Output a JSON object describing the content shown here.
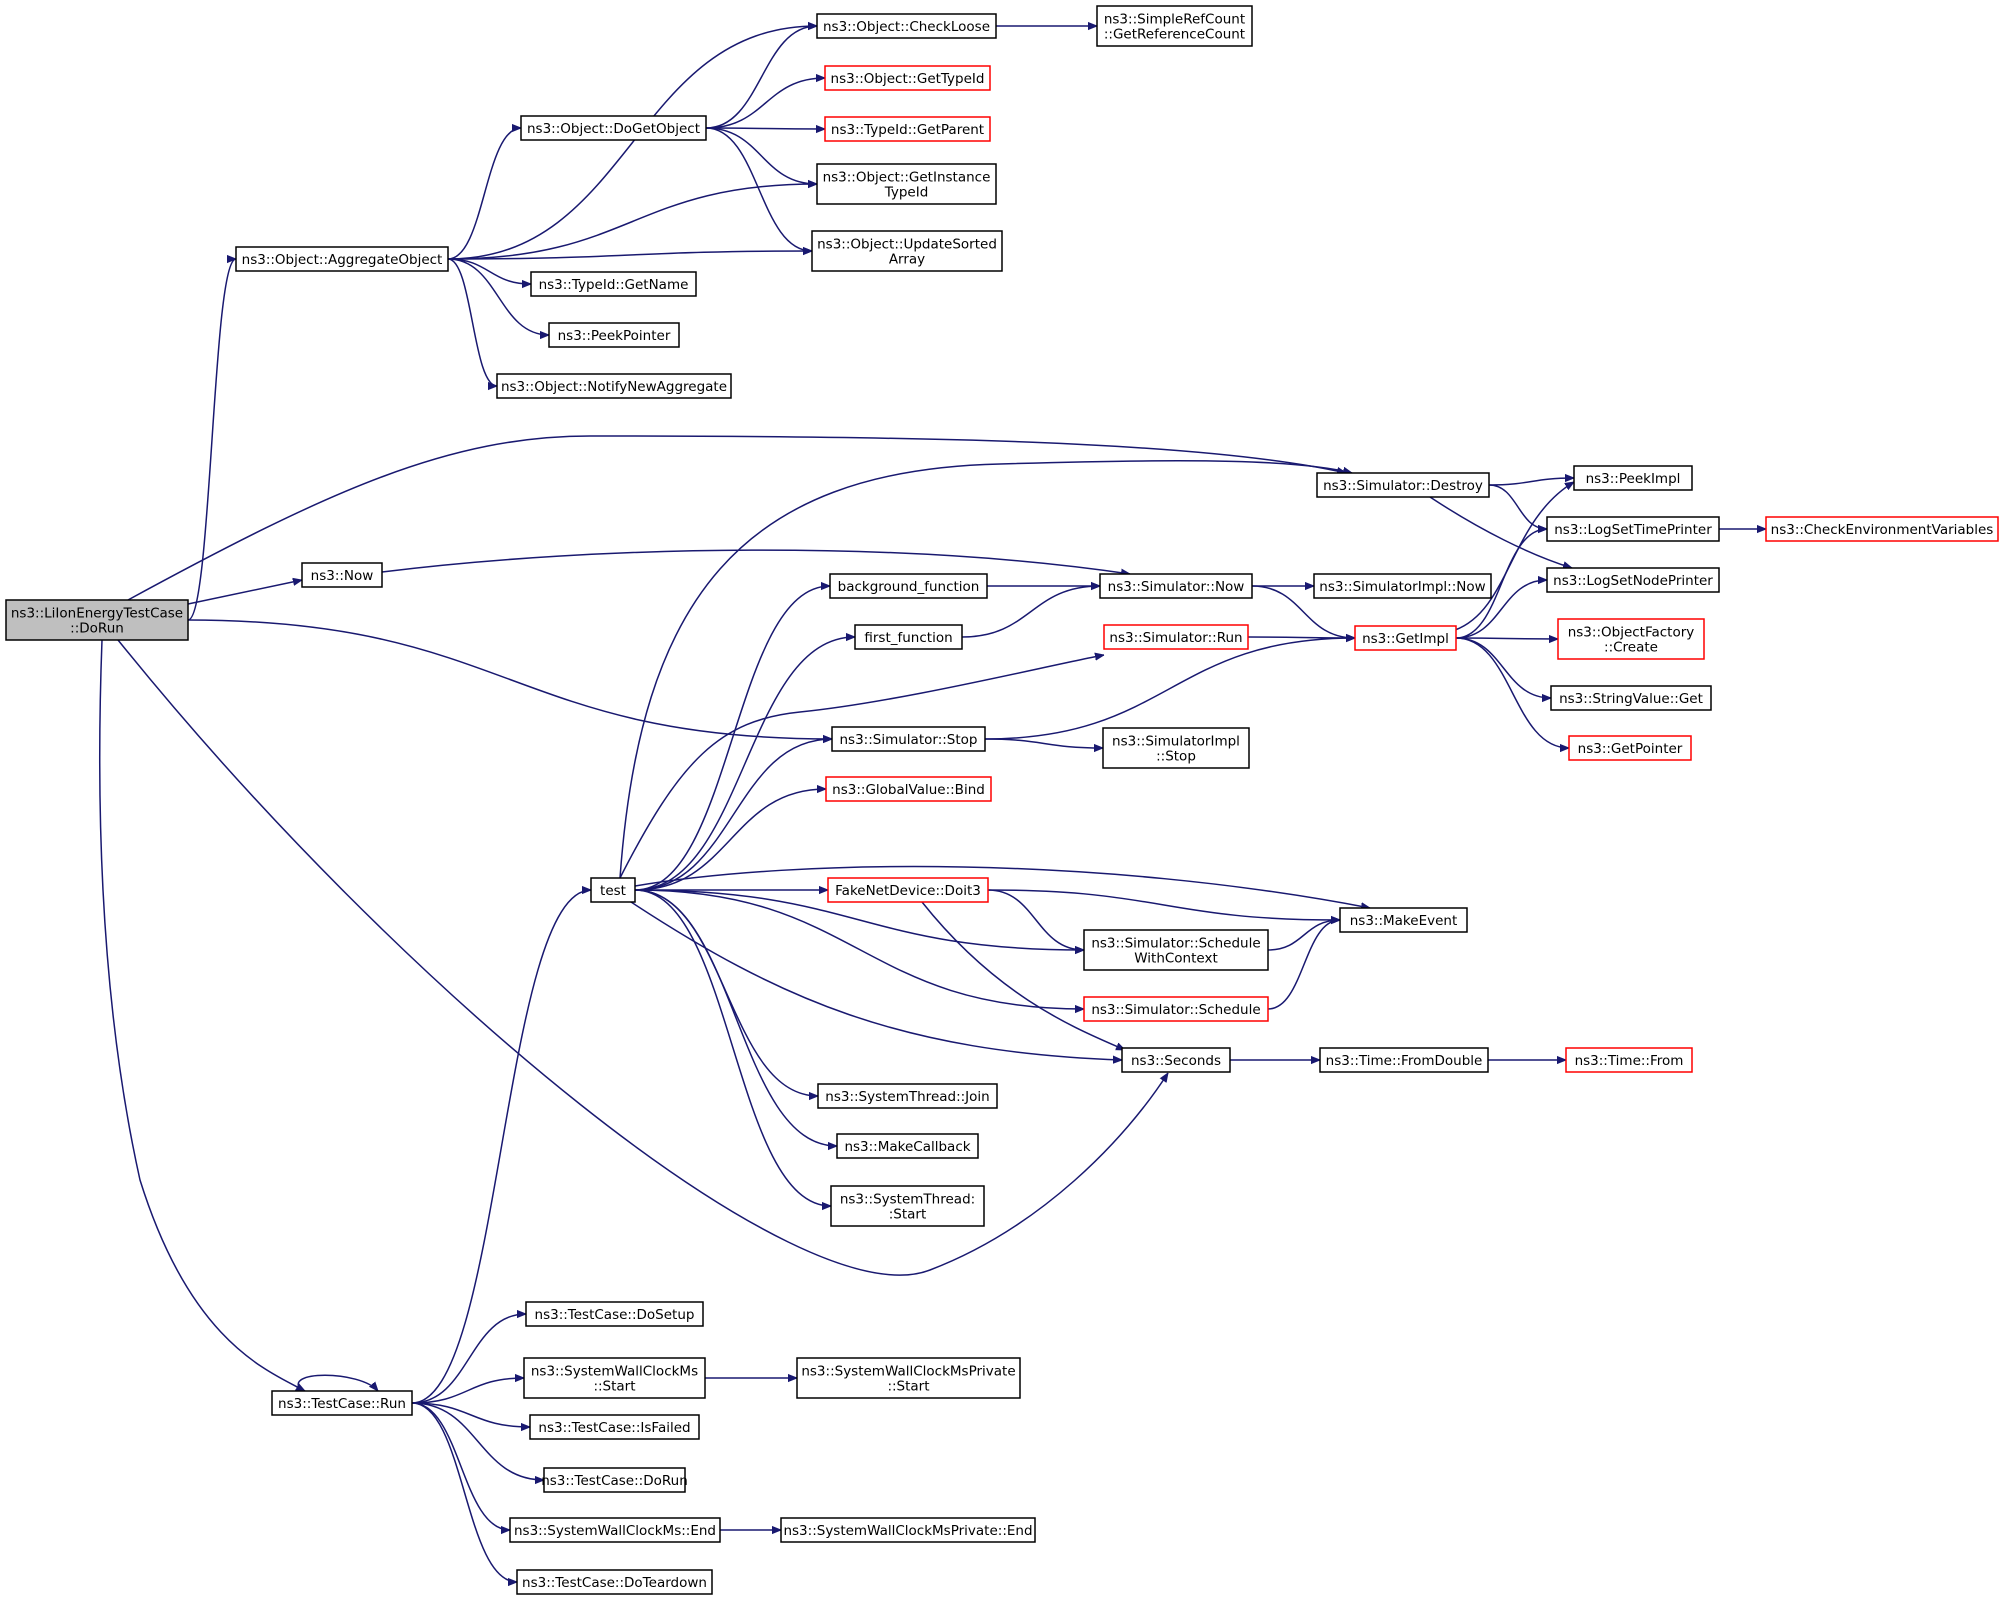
{
  "nodes": [
    {
      "id": "root",
      "lines": [
        "ns3::LiIonEnergyTestCase",
        "::DoRun"
      ],
      "root": true
    },
    {
      "id": "aggregate",
      "lines": [
        "ns3::Object::AggregateObject"
      ]
    },
    {
      "id": "checkloose",
      "lines": [
        "ns3::Object::CheckLoose"
      ]
    },
    {
      "id": "refcount",
      "lines": [
        "ns3::SimpleRefCount",
        "::GetReferenceCount"
      ]
    },
    {
      "id": "dogetobject",
      "lines": [
        "ns3::Object::DoGetObject"
      ]
    },
    {
      "id": "gettypeid",
      "lines": [
        "ns3::Object::GetTypeId"
      ],
      "red": true
    },
    {
      "id": "getparent",
      "lines": [
        "ns3::TypeId::GetParent"
      ],
      "red": true
    },
    {
      "id": "getinstancetypeid",
      "lines": [
        "ns3::Object::GetInstance",
        "TypeId"
      ]
    },
    {
      "id": "updatesorted",
      "lines": [
        "ns3::Object::UpdateSorted",
        "Array"
      ]
    },
    {
      "id": "getname",
      "lines": [
        "ns3::TypeId::GetName"
      ]
    },
    {
      "id": "peekpointer",
      "lines": [
        "ns3::PeekPointer"
      ]
    },
    {
      "id": "notifynew",
      "lines": [
        "ns3::Object::NotifyNewAggregate"
      ]
    },
    {
      "id": "now",
      "lines": [
        "ns3::Now"
      ]
    },
    {
      "id": "simdestroy",
      "lines": [
        "ns3::Simulator::Destroy"
      ]
    },
    {
      "id": "peekimpl",
      "lines": [
        "ns3::PeekImpl"
      ]
    },
    {
      "id": "logsettime",
      "lines": [
        "ns3::LogSetTimePrinter"
      ]
    },
    {
      "id": "checkenv",
      "lines": [
        "ns3::CheckEnvironmentVariables"
      ],
      "red": true
    },
    {
      "id": "logsetnode",
      "lines": [
        "ns3::LogSetNodePrinter"
      ]
    },
    {
      "id": "bgfunc",
      "lines": [
        "background_function"
      ]
    },
    {
      "id": "simnow",
      "lines": [
        "ns3::Simulator::Now"
      ]
    },
    {
      "id": "simimplnow",
      "lines": [
        "ns3::SimulatorImpl::Now"
      ]
    },
    {
      "id": "firstfunc",
      "lines": [
        "first_function"
      ]
    },
    {
      "id": "simrun",
      "lines": [
        "ns3::Simulator::Run"
      ],
      "red": true
    },
    {
      "id": "getimpl",
      "lines": [
        "ns3::GetImpl"
      ],
      "red": true
    },
    {
      "id": "objfactory",
      "lines": [
        "ns3::ObjectFactory",
        "::Create"
      ],
      "red": true
    },
    {
      "id": "stringget",
      "lines": [
        "ns3::StringValue::Get"
      ]
    },
    {
      "id": "getpointer",
      "lines": [
        "ns3::GetPointer"
      ],
      "red": true
    },
    {
      "id": "simstop",
      "lines": [
        "ns3::Simulator::Stop"
      ]
    },
    {
      "id": "simimplstop",
      "lines": [
        "ns3::SimulatorImpl",
        "::Stop"
      ]
    },
    {
      "id": "globalbind",
      "lines": [
        "ns3::GlobalValue::Bind"
      ],
      "red": true
    },
    {
      "id": "test",
      "lines": [
        "test"
      ]
    },
    {
      "id": "doit3",
      "lines": [
        "FakeNetDevice::Doit3"
      ],
      "red": true
    },
    {
      "id": "makeevent",
      "lines": [
        "ns3::MakeEvent"
      ]
    },
    {
      "id": "schedctx",
      "lines": [
        "ns3::Simulator::Schedule",
        "WithContext"
      ]
    },
    {
      "id": "schedule",
      "lines": [
        "ns3::Simulator::Schedule"
      ],
      "red": true
    },
    {
      "id": "seconds",
      "lines": [
        "ns3::Seconds"
      ]
    },
    {
      "id": "fromdouble",
      "lines": [
        "ns3::Time::FromDouble"
      ]
    },
    {
      "id": "timefrom",
      "lines": [
        "ns3::Time::From"
      ],
      "red": true
    },
    {
      "id": "join",
      "lines": [
        "ns3::SystemThread::Join"
      ]
    },
    {
      "id": "makecallback",
      "lines": [
        "ns3::MakeCallback"
      ]
    },
    {
      "id": "threadstart",
      "lines": [
        "ns3::SystemThread:",
        ":Start"
      ]
    },
    {
      "id": "tcsetup",
      "lines": [
        "ns3::TestCase::DoSetup"
      ]
    },
    {
      "id": "tcrun",
      "lines": [
        "ns3::TestCase::Run"
      ]
    },
    {
      "id": "wallstart",
      "lines": [
        "ns3::SystemWallClockMs",
        "::Start"
      ]
    },
    {
      "id": "wallprivstart",
      "lines": [
        "ns3::SystemWallClockMsPrivate",
        "::Start"
      ]
    },
    {
      "id": "isfailed",
      "lines": [
        "ns3::TestCase::IsFailed"
      ]
    },
    {
      "id": "tcdorun",
      "lines": [
        "ns3::TestCase::DoRun"
      ]
    },
    {
      "id": "wallend",
      "lines": [
        "ns3::SystemWallClockMs::End"
      ]
    },
    {
      "id": "wallprivend",
      "lines": [
        "ns3::SystemWallClockMsPrivate::End"
      ]
    },
    {
      "id": "teardown",
      "lines": [
        "ns3::TestCase::DoTeardown"
      ]
    }
  ],
  "edges": [
    [
      "root",
      "aggregate"
    ],
    [
      "root",
      "now"
    ],
    [
      "root",
      "simdestroy"
    ],
    [
      "root",
      "simstop"
    ],
    [
      "root",
      "seconds"
    ],
    [
      "root",
      "tcrun"
    ],
    [
      "aggregate",
      "checkloose"
    ],
    [
      "aggregate",
      "dogetobject"
    ],
    [
      "aggregate",
      "getinstancetypeid"
    ],
    [
      "aggregate",
      "updatesorted"
    ],
    [
      "aggregate",
      "getname"
    ],
    [
      "aggregate",
      "peekpointer"
    ],
    [
      "aggregate",
      "notifynew"
    ],
    [
      "checkloose",
      "refcount"
    ],
    [
      "dogetobject",
      "checkloose"
    ],
    [
      "dogetobject",
      "gettypeid"
    ],
    [
      "dogetobject",
      "getparent"
    ],
    [
      "dogetobject",
      "getinstancetypeid"
    ],
    [
      "dogetobject",
      "updatesorted"
    ],
    [
      "now",
      "simnow"
    ],
    [
      "simdestroy",
      "peekimpl"
    ],
    [
      "simdestroy",
      "logsettime"
    ],
    [
      "simdestroy",
      "logsetnode"
    ],
    [
      "logsettime",
      "checkenv"
    ],
    [
      "simnow",
      "simimplnow"
    ],
    [
      "simnow",
      "getimpl"
    ],
    [
      "bgfunc",
      "simnow"
    ],
    [
      "firstfunc",
      "simnow"
    ],
    [
      "simrun",
      "getimpl"
    ],
    [
      "getimpl",
      "peekimpl"
    ],
    [
      "getimpl",
      "logsettime"
    ],
    [
      "getimpl",
      "logsetnode"
    ],
    [
      "getimpl",
      "objfactory"
    ],
    [
      "getimpl",
      "stringget"
    ],
    [
      "getimpl",
      "getpointer"
    ],
    [
      "simstop",
      "getimpl"
    ],
    [
      "simstop",
      "simimplstop"
    ],
    [
      "test",
      "simdestroy"
    ],
    [
      "test",
      "bgfunc"
    ],
    [
      "test",
      "firstfunc"
    ],
    [
      "test",
      "simrun"
    ],
    [
      "test",
      "simstop"
    ],
    [
      "test",
      "globalbind"
    ],
    [
      "test",
      "makeevent"
    ],
    [
      "test",
      "doit3"
    ],
    [
      "test",
      "schedctx"
    ],
    [
      "test",
      "schedule"
    ],
    [
      "test",
      "seconds"
    ],
    [
      "test",
      "join"
    ],
    [
      "test",
      "makecallback"
    ],
    [
      "test",
      "threadstart"
    ],
    [
      "doit3",
      "makeevent"
    ],
    [
      "doit3",
      "schedctx"
    ],
    [
      "doit3",
      "seconds"
    ],
    [
      "schedctx",
      "makeevent"
    ],
    [
      "schedule",
      "makeevent"
    ],
    [
      "seconds",
      "fromdouble"
    ],
    [
      "fromdouble",
      "timefrom"
    ],
    [
      "tcrun",
      "tcrun"
    ],
    [
      "tcrun",
      "test"
    ],
    [
      "tcrun",
      "tcsetup"
    ],
    [
      "tcrun",
      "wallstart"
    ],
    [
      "tcrun",
      "isfailed"
    ],
    [
      "tcrun",
      "tcdorun"
    ],
    [
      "tcrun",
      "wallend"
    ],
    [
      "tcrun",
      "teardown"
    ],
    [
      "wallstart",
      "wallprivstart"
    ],
    [
      "wallend",
      "wallprivend"
    ]
  ]
}
